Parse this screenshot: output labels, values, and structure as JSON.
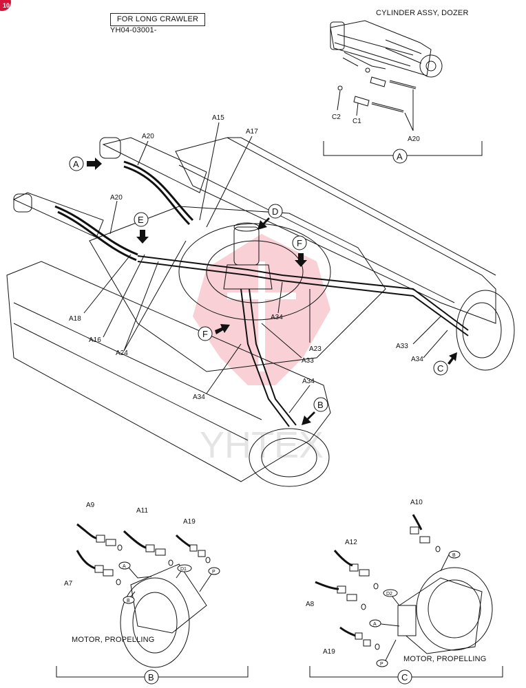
{
  "page_badge": "10",
  "header": {
    "variant_label": "FOR LONG CRAWLER",
    "model_code": "YH04-03001-"
  },
  "detail_a": {
    "title": "CYLINDER ASSY, DOZER",
    "view_letter": "A",
    "callouts": [
      "C2",
      "C1",
      "A20"
    ]
  },
  "main_view": {
    "view_arrows": [
      "A",
      "B",
      "C",
      "D",
      "E",
      "F",
      "F"
    ],
    "callouts": [
      "A15",
      "A17",
      "A20",
      "A20",
      "A18",
      "A16",
      "A24",
      "A34",
      "A23",
      "A33",
      "A34",
      "A34",
      "A33",
      "A34"
    ],
    "watermark": "YHTEX"
  },
  "detail_b": {
    "title": "MOTOR, PROPELLING",
    "view_letter": "B",
    "callouts": [
      "A9",
      "A11",
      "A19",
      "A7"
    ],
    "port_tags": [
      "A",
      "D1",
      "P",
      "B"
    ]
  },
  "detail_c": {
    "title": "MOTOR, PROPELLING",
    "view_letter": "C",
    "callouts": [
      "A10",
      "A12",
      "A8",
      "A19"
    ],
    "port_tags": [
      "B",
      "D2",
      "A",
      "P"
    ]
  }
}
